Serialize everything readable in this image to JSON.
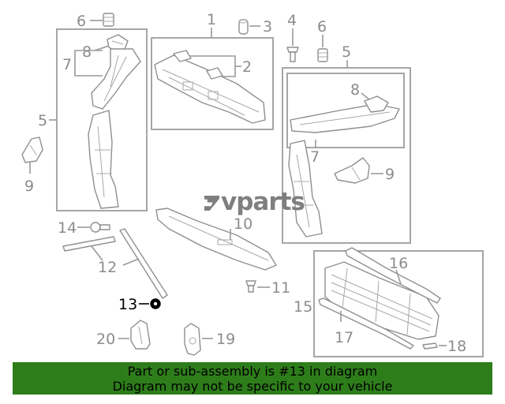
{
  "watermark": {
    "logo_text": "vparts"
  },
  "callouts": {
    "c1": "1",
    "c2": "2",
    "c3": "3",
    "c4": "4",
    "c5_left": "5",
    "c5_right": "5",
    "c6_left": "6",
    "c6_right": "6",
    "c7_left": "7",
    "c7_right": "7",
    "c8_left": "8",
    "c8_right": "8",
    "c9_left": "9",
    "c9_right": "9",
    "c10": "10",
    "c11": "11",
    "c12": "12",
    "c13": "13",
    "c14": "14",
    "c15": "15",
    "c16": "16",
    "c17": "17",
    "c18": "18",
    "c19": "19",
    "c20": "20"
  },
  "highlight": {
    "part_number": "13",
    "color": "#000000"
  },
  "banner": {
    "line1": "Part or sub-assembly is #13 in diagram",
    "line2": "Diagram may not be specific to your vehicle",
    "background": "#2e7d1b"
  }
}
